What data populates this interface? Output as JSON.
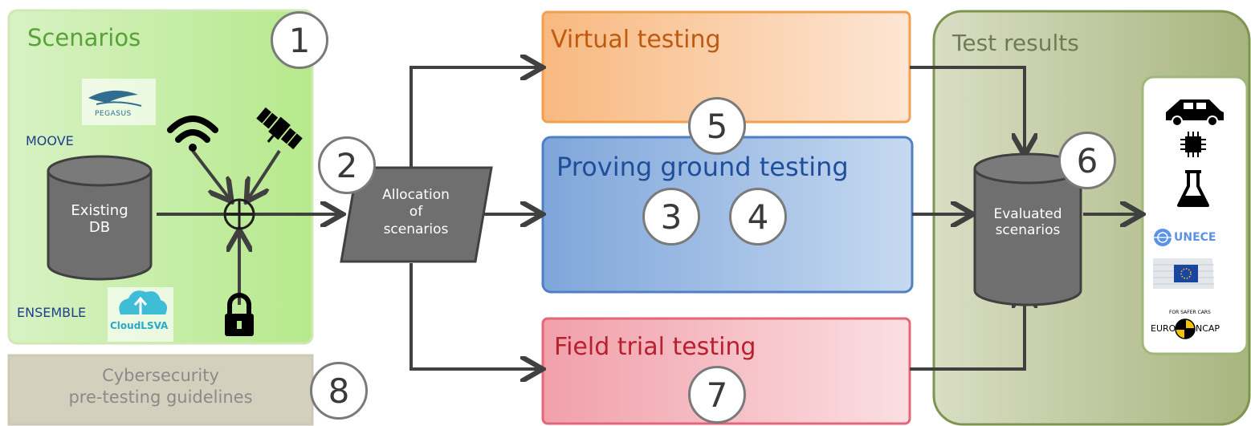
{
  "scenarios": {
    "title": "Scenarios",
    "moove_label": "MOOVE",
    "ensemble_label": "ENSEMBLE",
    "db_line1": "Existing",
    "db_line2": "DB"
  },
  "logos": {
    "pegasus": "PEGASUS",
    "cloud": "CloudLSVA"
  },
  "icons": {
    "wifi": "wifi-icon",
    "satellite": "satellite-icon",
    "lock": "lock-icon",
    "combine": "circle-plus-icon"
  },
  "allocation": {
    "line1": "Allocation",
    "line2": "of",
    "line3": "scenarios"
  },
  "virtual": {
    "title": "Virtual testing"
  },
  "proving": {
    "title": "Proving ground testing"
  },
  "field": {
    "title": "Field trial testing"
  },
  "results": {
    "title": "Test results",
    "db_line1": "Evaluated",
    "db_line2": "scenarios"
  },
  "cyber": {
    "line1": "Cybersecurity",
    "line2": "pre-testing guidelines"
  },
  "stakeholders": {
    "unece": "UNECE",
    "euro": "EURO",
    "ncap": "NCAP",
    "ncap_arc": "FOR SAFER CARS"
  },
  "markers": [
    "1",
    "2",
    "3",
    "4",
    "5",
    "6",
    "7",
    "8"
  ],
  "colors": {
    "scenarios": "#c4ecaa",
    "virtual": "#fbd3ae",
    "proving": "#9dbce4",
    "field": "#f3b5bd",
    "results": "#c6cea7",
    "cyber": "#d5d0be",
    "db": "#6f6f6f"
  }
}
